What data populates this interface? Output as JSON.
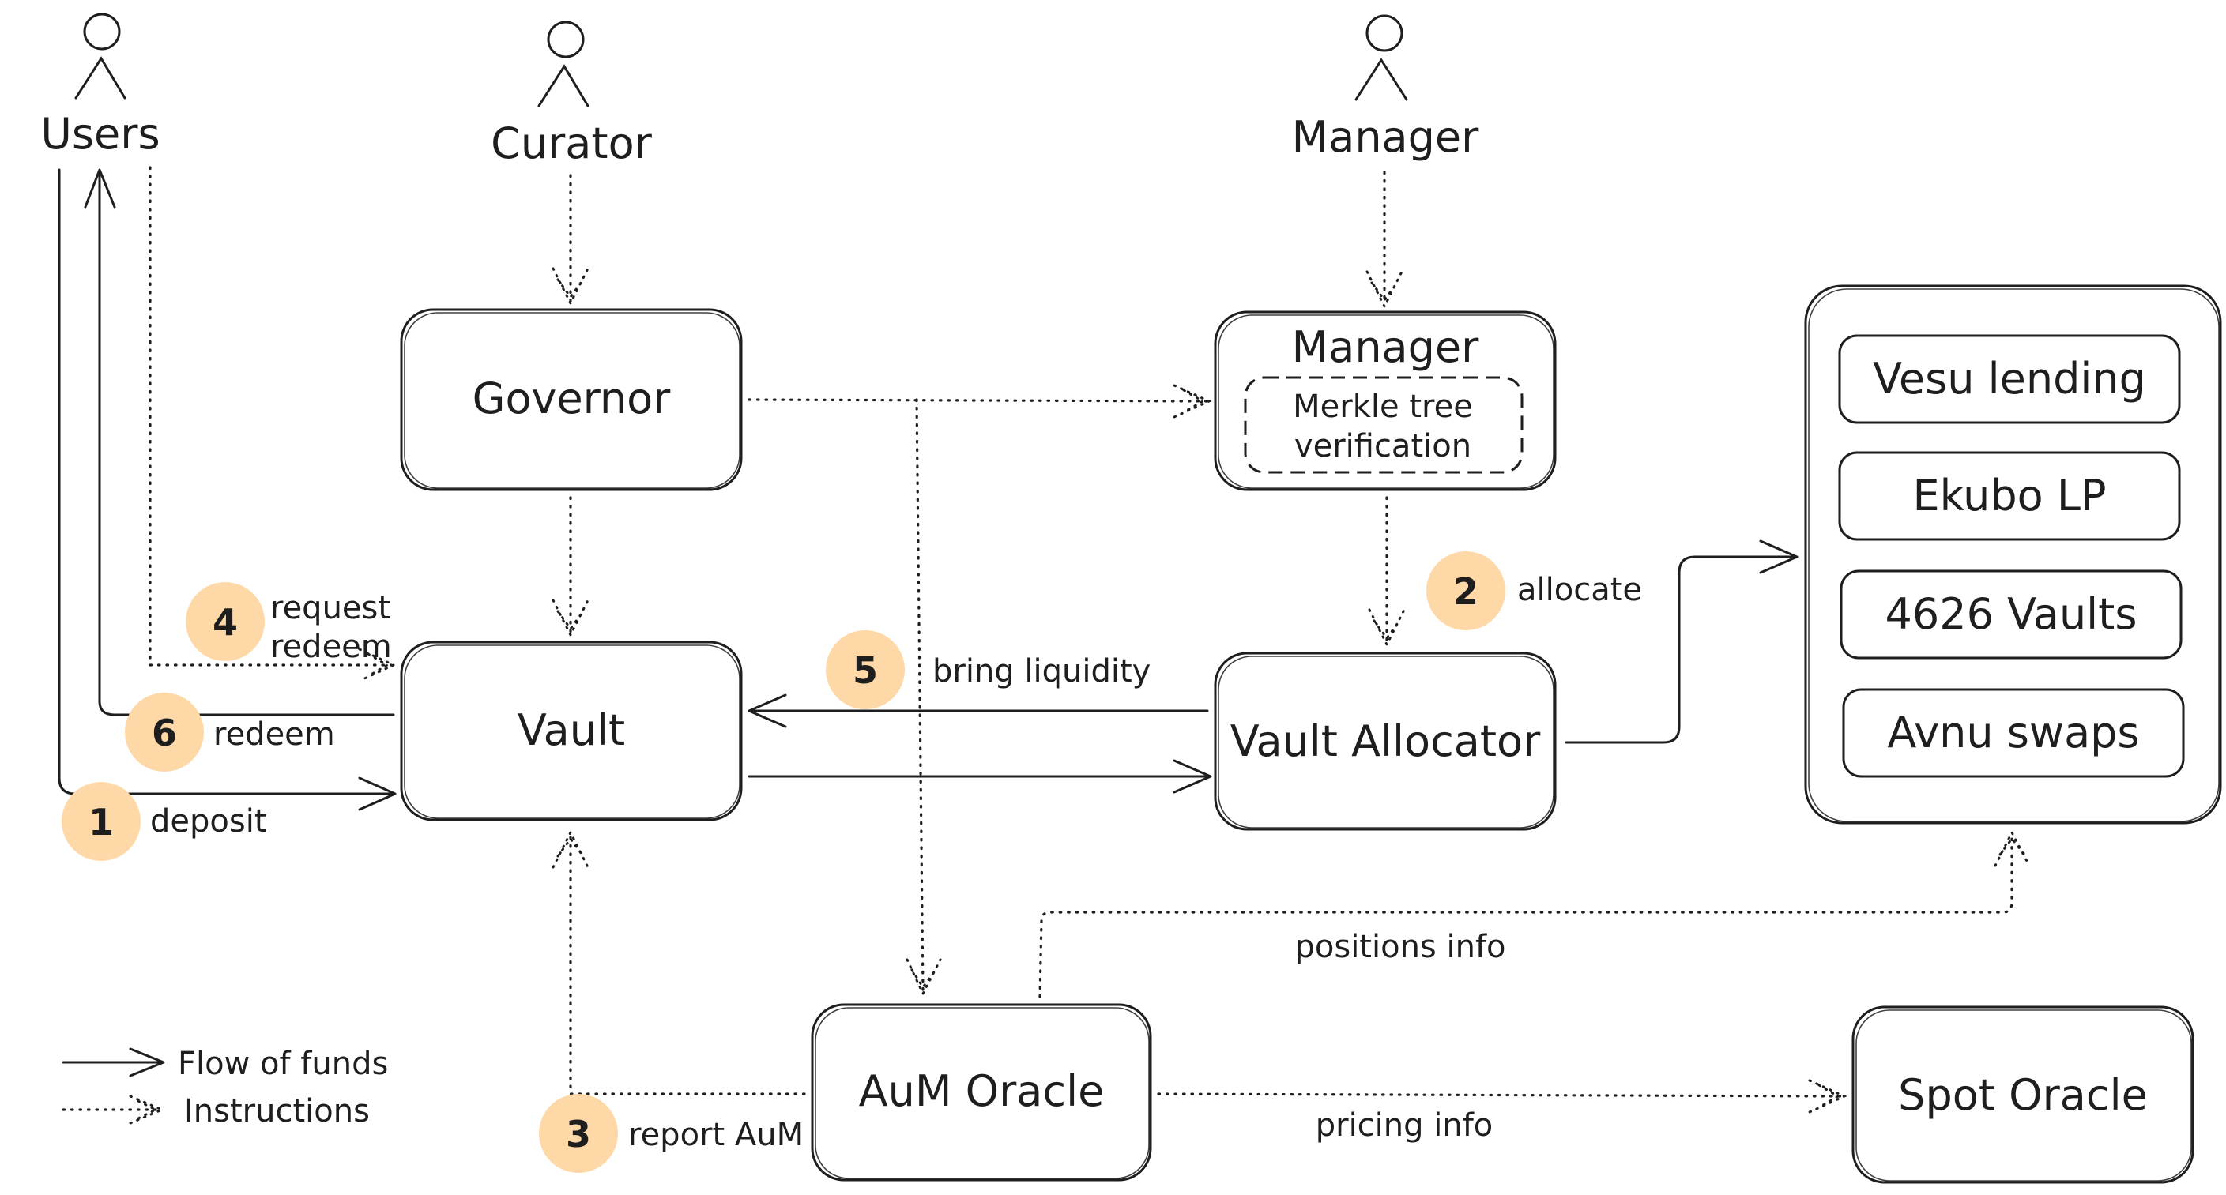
{
  "colors": {
    "ink": "#1e1e1e",
    "step_badge": "#ffd8a8",
    "background": "#ffffff"
  },
  "actors": {
    "users": "Users",
    "curator": "Curator",
    "manager": "Manager"
  },
  "boxes": {
    "governor": "Governor",
    "manager_title": "Manager",
    "merkle_line1": "Merkle tree",
    "merkle_line2": "verification",
    "vault": "Vault",
    "vault_allocator": "Vault Allocator",
    "aum_oracle": "AuM Oracle",
    "spot_oracle": "Spot Oracle"
  },
  "protocols": [
    "Vesu lending",
    "Ekubo LP",
    "4626 Vaults",
    "Avnu swaps"
  ],
  "steps": [
    {
      "num": "1",
      "label": "deposit"
    },
    {
      "num": "2",
      "label": "allocate"
    },
    {
      "num": "3",
      "label": "report AuM"
    },
    {
      "num": "4",
      "label_line1": "request",
      "label_line2": "redeem"
    },
    {
      "num": "5",
      "label": "bring liquidity"
    },
    {
      "num": "6",
      "label": "redeem"
    }
  ],
  "edge_labels": {
    "positions_info": "positions info",
    "pricing_info": "pricing info"
  },
  "legend": {
    "funds": "Flow of funds",
    "instructions": "Instructions"
  }
}
